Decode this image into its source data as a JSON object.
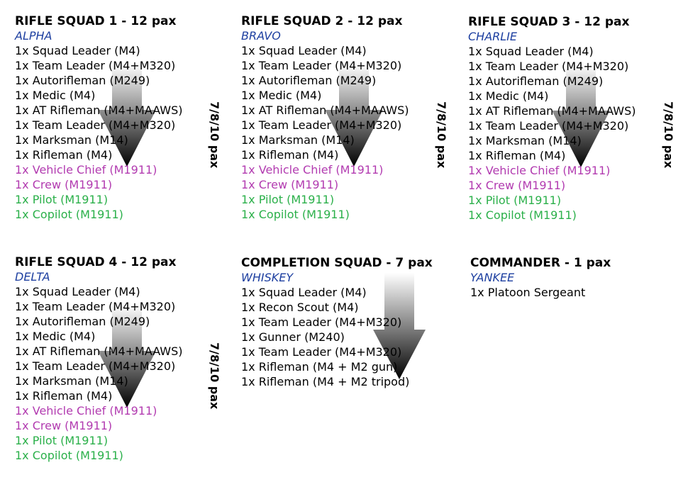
{
  "side_label": "7/8/10 pax",
  "colors": {
    "callsign": "#1d3fa0",
    "vehicle": "#b23bb0",
    "air": "#2bb04a"
  },
  "squads": [
    {
      "title": "RIFLE SQUAD 1 - 12 pax",
      "callsign": "ALPHA",
      "members": [
        {
          "text": "1x Squad Leader (M4)",
          "role": "infantry"
        },
        {
          "text": "1x Team Leader (M4+M320)",
          "role": "infantry"
        },
        {
          "text": "1x Autorifleman (M249)",
          "role": "infantry"
        },
        {
          "text": "1x Medic (M4)",
          "role": "infantry"
        },
        {
          "text": "1x AT Rifleman (M4+MAAWS)",
          "role": "infantry"
        },
        {
          "text": "1x Team Leader (M4+M320)",
          "role": "infantry"
        },
        {
          "text": "1x Marksman (M14)",
          "role": "infantry"
        },
        {
          "text": "1x Rifleman (M4)",
          "role": "infantry"
        },
        {
          "text": "1x Vehicle Chief (M1911)",
          "role": "vehicle"
        },
        {
          "text": "1x Crew (M1911)",
          "role": "vehicle"
        },
        {
          "text": "1x Pilot (M1911)",
          "role": "air"
        },
        {
          "text": "1x Copilot (M1911)",
          "role": "air"
        }
      ]
    },
    {
      "title": "RIFLE SQUAD 2 - 12 pax",
      "callsign": "BRAVO",
      "members": [
        {
          "text": "1x Squad Leader (M4)",
          "role": "infantry"
        },
        {
          "text": "1x Team Leader (M4+M320)",
          "role": "infantry"
        },
        {
          "text": "1x Autorifleman (M249)",
          "role": "infantry"
        },
        {
          "text": "1x Medic (M4)",
          "role": "infantry"
        },
        {
          "text": "1x AT Rifleman (M4+MAAWS)",
          "role": "infantry"
        },
        {
          "text": "1x Team Leader (M4+M320)",
          "role": "infantry"
        },
        {
          "text": "1x Marksman (M14)",
          "role": "infantry"
        },
        {
          "text": "1x Rifleman (M4)",
          "role": "infantry"
        },
        {
          "text": "1x Vehicle Chief (M1911)",
          "role": "vehicle"
        },
        {
          "text": "1x Crew (M1911)",
          "role": "vehicle"
        },
        {
          "text": "1x Pilot (M1911)",
          "role": "air"
        },
        {
          "text": "1x Copilot (M1911)",
          "role": "air"
        }
      ]
    },
    {
      "title": "RIFLE SQUAD 3 - 12 pax",
      "callsign": "CHARLIE",
      "members": [
        {
          "text": "1x Squad Leader (M4)",
          "role": "infantry"
        },
        {
          "text": "1x Team Leader (M4+M320)",
          "role": "infantry"
        },
        {
          "text": "1x Autorifleman (M249)",
          "role": "infantry"
        },
        {
          "text": "1x Medic (M4)",
          "role": "infantry"
        },
        {
          "text": "1x AT Rifleman (M4+MAAWS)",
          "role": "infantry"
        },
        {
          "text": "1x Team Leader (M4+M320)",
          "role": "infantry"
        },
        {
          "text": "1x Marksman (M14)",
          "role": "infantry"
        },
        {
          "text": "1x Rifleman (M4)",
          "role": "infantry"
        },
        {
          "text": "1x Vehicle Chief (M1911)",
          "role": "vehicle"
        },
        {
          "text": "1x Crew (M1911)",
          "role": "vehicle"
        },
        {
          "text": "1x Pilot (M1911)",
          "role": "air"
        },
        {
          "text": "1x Copilot (M1911)",
          "role": "air"
        }
      ]
    },
    {
      "title": "RIFLE SQUAD 4 - 12 pax",
      "callsign": "DELTA",
      "members": [
        {
          "text": "1x Squad Leader (M4)",
          "role": "infantry"
        },
        {
          "text": "1x Team Leader (M4+M320)",
          "role": "infantry"
        },
        {
          "text": "1x Autorifleman (M249)",
          "role": "infantry"
        },
        {
          "text": "1x Medic (M4)",
          "role": "infantry"
        },
        {
          "text": "1x AT Rifleman (M4+MAAWS)",
          "role": "infantry"
        },
        {
          "text": "1x Team Leader (M4+M320)",
          "role": "infantry"
        },
        {
          "text": "1x Marksman (M14)",
          "role": "infantry"
        },
        {
          "text": "1x Rifleman (M4)",
          "role": "infantry"
        },
        {
          "text": "1x Vehicle Chief (M1911)",
          "role": "vehicle"
        },
        {
          "text": "1x Crew (M1911)",
          "role": "vehicle"
        },
        {
          "text": "1x Pilot (M1911)",
          "role": "air"
        },
        {
          "text": "1x Copilot (M1911)",
          "role": "air"
        }
      ]
    },
    {
      "title": "COMPLETION SQUAD - 7 pax",
      "callsign": "WHISKEY",
      "members": [
        {
          "text": "1x Squad Leader (M4)",
          "role": "infantry"
        },
        {
          "text": "1x Recon Scout (M4)",
          "role": "infantry"
        },
        {
          "text": "1x Team Leader (M4+M320)",
          "role": "infantry"
        },
        {
          "text": "1x Gunner (M240)",
          "role": "infantry"
        },
        {
          "text": "1x Team Leader (M4+M320)",
          "role": "infantry"
        },
        {
          "text": "1x Rifleman (M4 + M2 gun)",
          "role": "infantry"
        },
        {
          "text": "1x Rifleman (M4 + M2 tripod)",
          "role": "infantry"
        }
      ]
    },
    {
      "title": "COMMANDER - 1 pax",
      "callsign": "YANKEE",
      "members": [
        {
          "text": "1x Platoon Sergeant",
          "role": "infantry"
        }
      ]
    }
  ]
}
